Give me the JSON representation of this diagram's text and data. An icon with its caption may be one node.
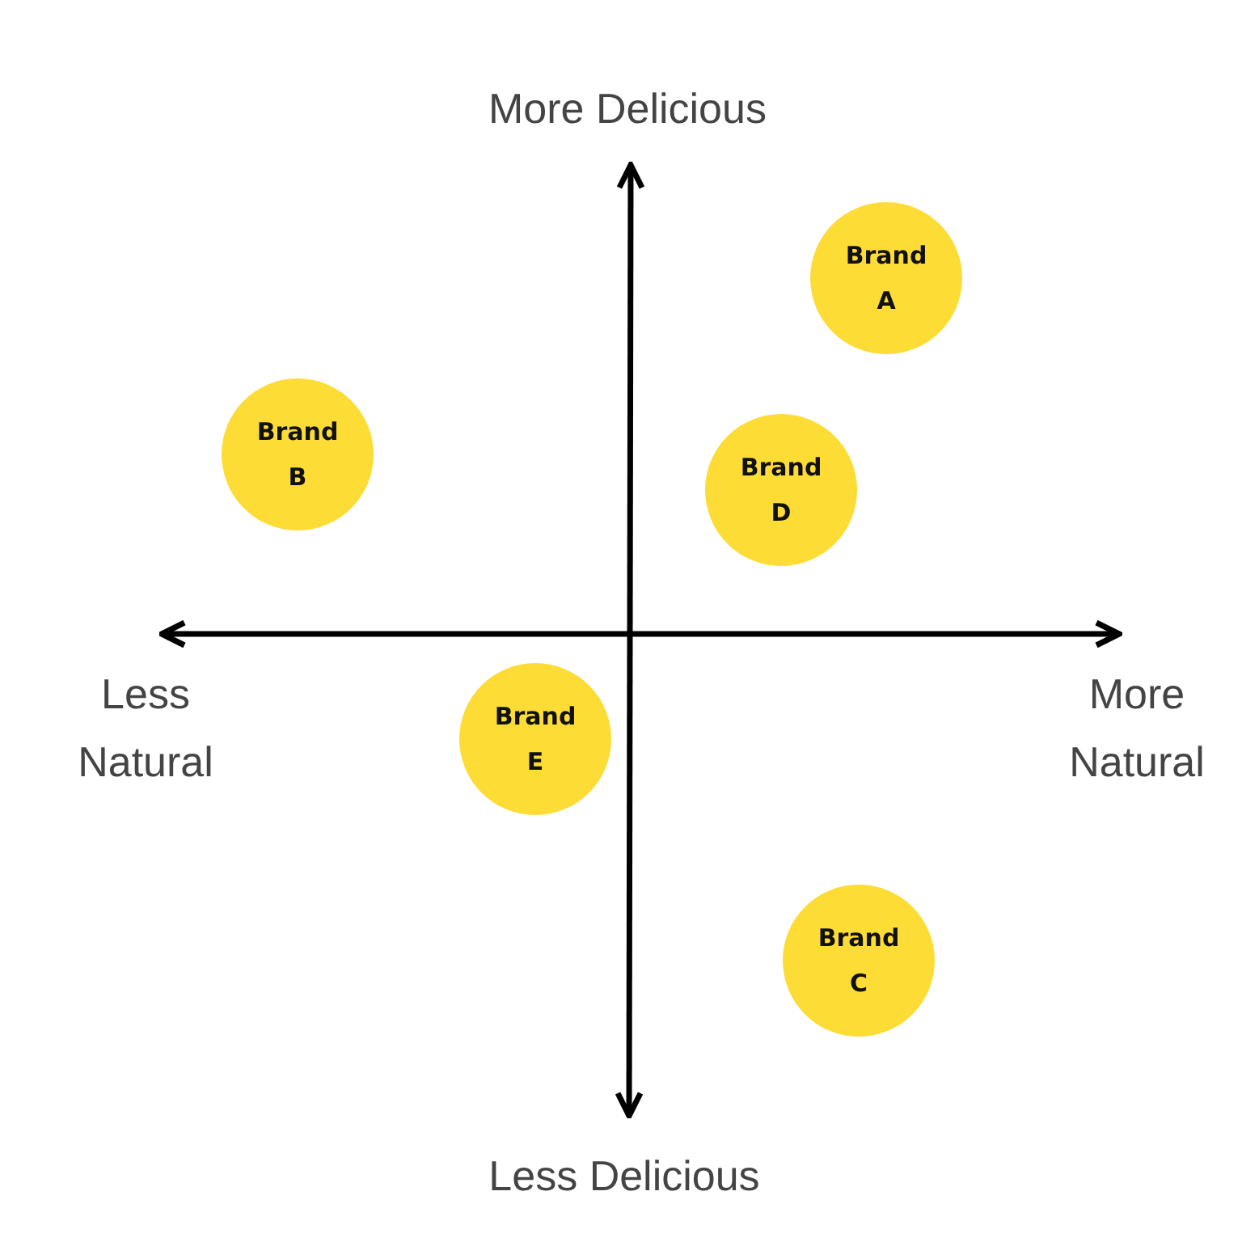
{
  "diagram": {
    "nodes": [
      {
        "text": [
          "Brand A"
        ]
      },
      {
        "text": [
          "Brand B"
        ]
      },
      {
        "text": [
          "Brand D"
        ]
      },
      {
        "text": [
          "Brand E"
        ]
      },
      {
        "text": [
          "Brand C"
        ]
      }
    ],
    "labels": [
      "More Delicious",
      "Less Natural",
      "More Natural",
      "Less Delicious"
    ]
  }
}
